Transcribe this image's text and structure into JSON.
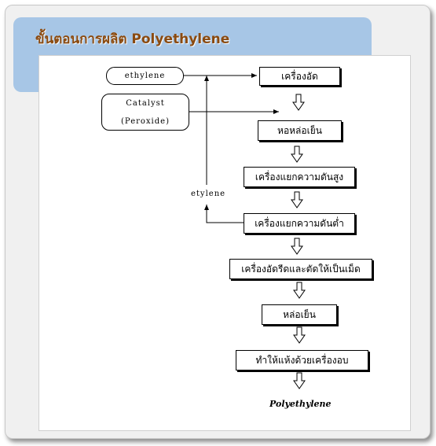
{
  "title": "ขั้นตอนการผลิต Polyethylene",
  "inputs": {
    "ethylene": "ethylene",
    "catalyst_line1": "Catalyst",
    "catalyst_line2": "(Peroxide)"
  },
  "recycle_label": "etylene",
  "steps": [
    "เครื่องอัด",
    "หอหล่อเย็น",
    "เครื่องแยกความดันสูง",
    "เครื่องแยกความดันต่ำ",
    "เครื่องอัดรีดและตัดให้เป็นเม็ด",
    "หล่อเย็น",
    "ทำให้แห้งด้วยเครื่องอบ"
  ],
  "product": "Polyethylene"
}
